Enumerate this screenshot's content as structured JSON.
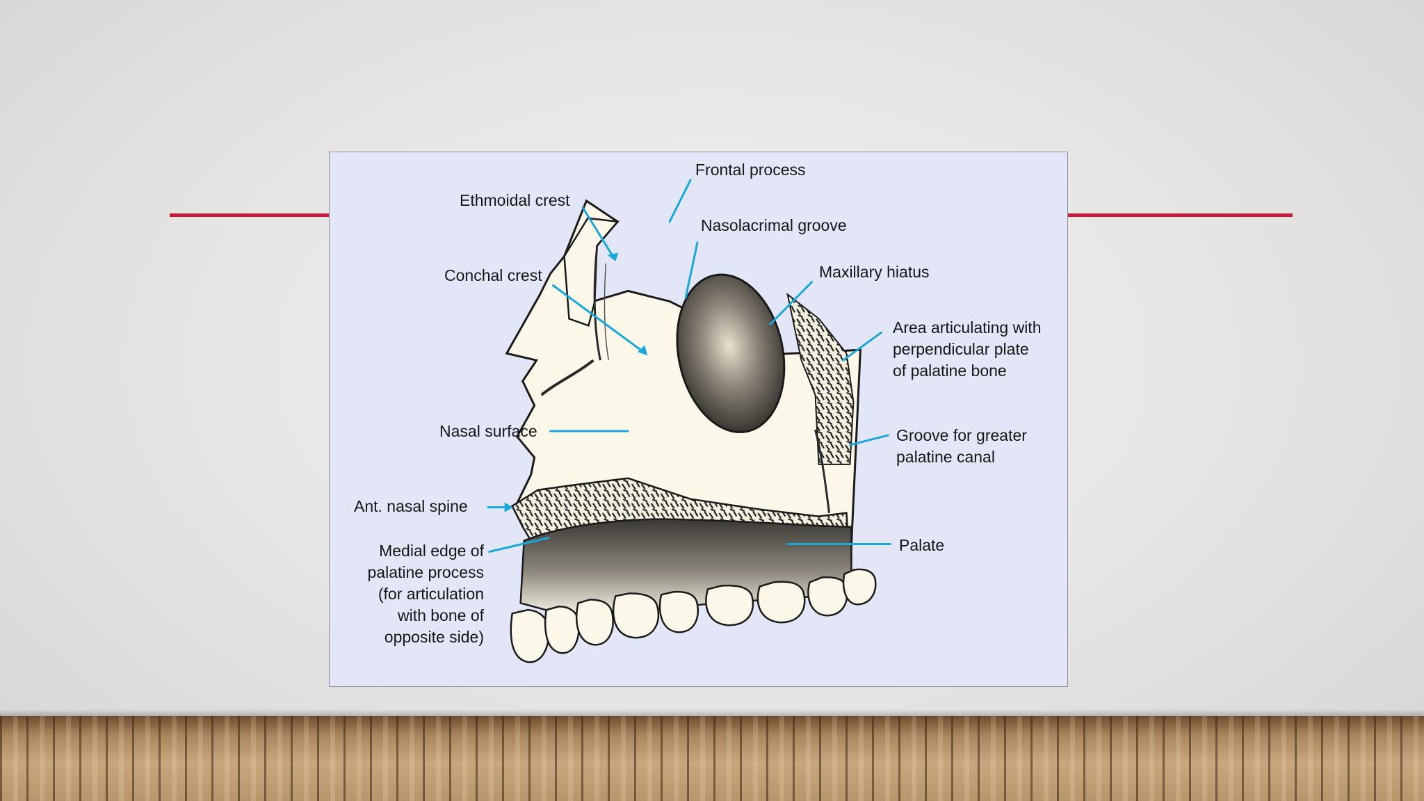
{
  "colors": {
    "accent_line": "#c8193a",
    "panel_background": "#e2e6f7",
    "leader_line": "#1aa7d9",
    "bone": "#fbf8ea",
    "outline": "#1a1a1a"
  },
  "diagram": {
    "labels": {
      "frontal_process": "Frontal process",
      "ethmoidal_crest": "Ethmoidal crest",
      "nasolacrimal_groove": "Nasolacrimal groove",
      "conchal_crest": "Conchal crest",
      "maxillary_hiatus": "Maxillary hiatus",
      "area_articulating": [
        "Area articulating with",
        "perpendicular plate",
        "of palatine bone"
      ],
      "nasal_surface": "Nasal surface",
      "groove_greater_palatine": [
        "Groove for greater",
        "palatine canal"
      ],
      "ant_nasal_spine": "Ant. nasal spine",
      "palate": "Palate",
      "medial_edge": [
        "Medial edge of",
        "palatine process",
        "(for articulation",
        "with bone of",
        "opposite side)"
      ]
    }
  }
}
